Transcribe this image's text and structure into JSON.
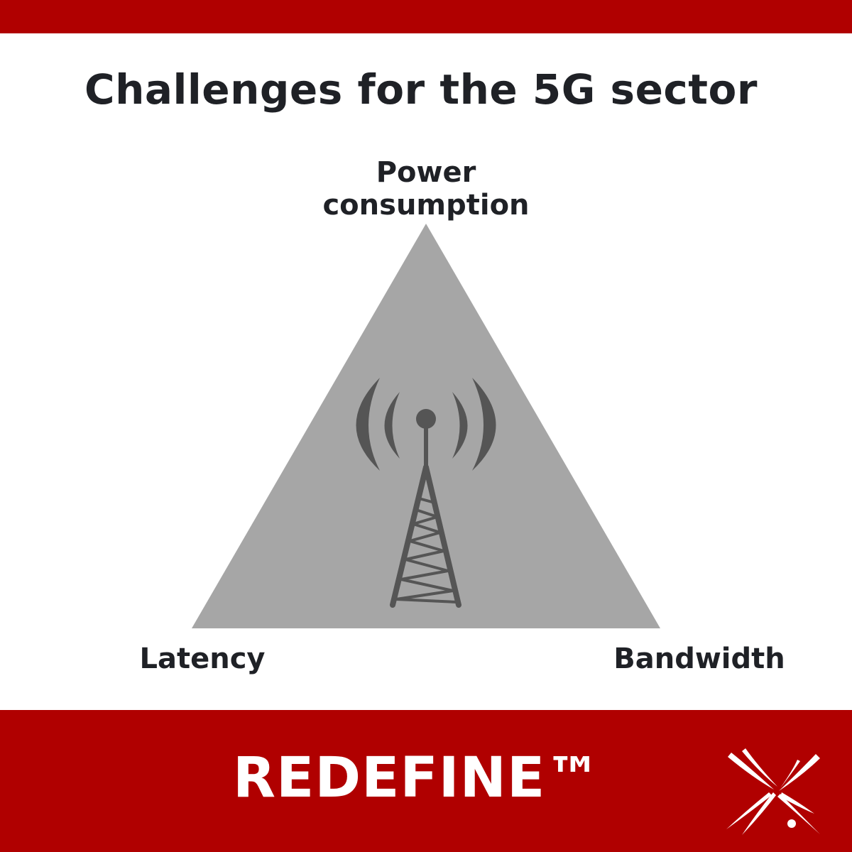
{
  "title": "Challenges for the 5G sector",
  "diagram": {
    "top_label_line1": "Power",
    "top_label_line2": "consumption",
    "left_label": "Latency",
    "right_label": "Bandwidth"
  },
  "footer": {
    "brand": "REDEFINE™"
  },
  "colors": {
    "brand_red": "#b00000",
    "triangle_gray": "#a6a6a6",
    "tower_gray": "#555555",
    "text_dark": "#1f2126"
  },
  "icons": {
    "center_icon": "radio-tower-icon",
    "logo_icon": "redefine-logo-icon"
  }
}
